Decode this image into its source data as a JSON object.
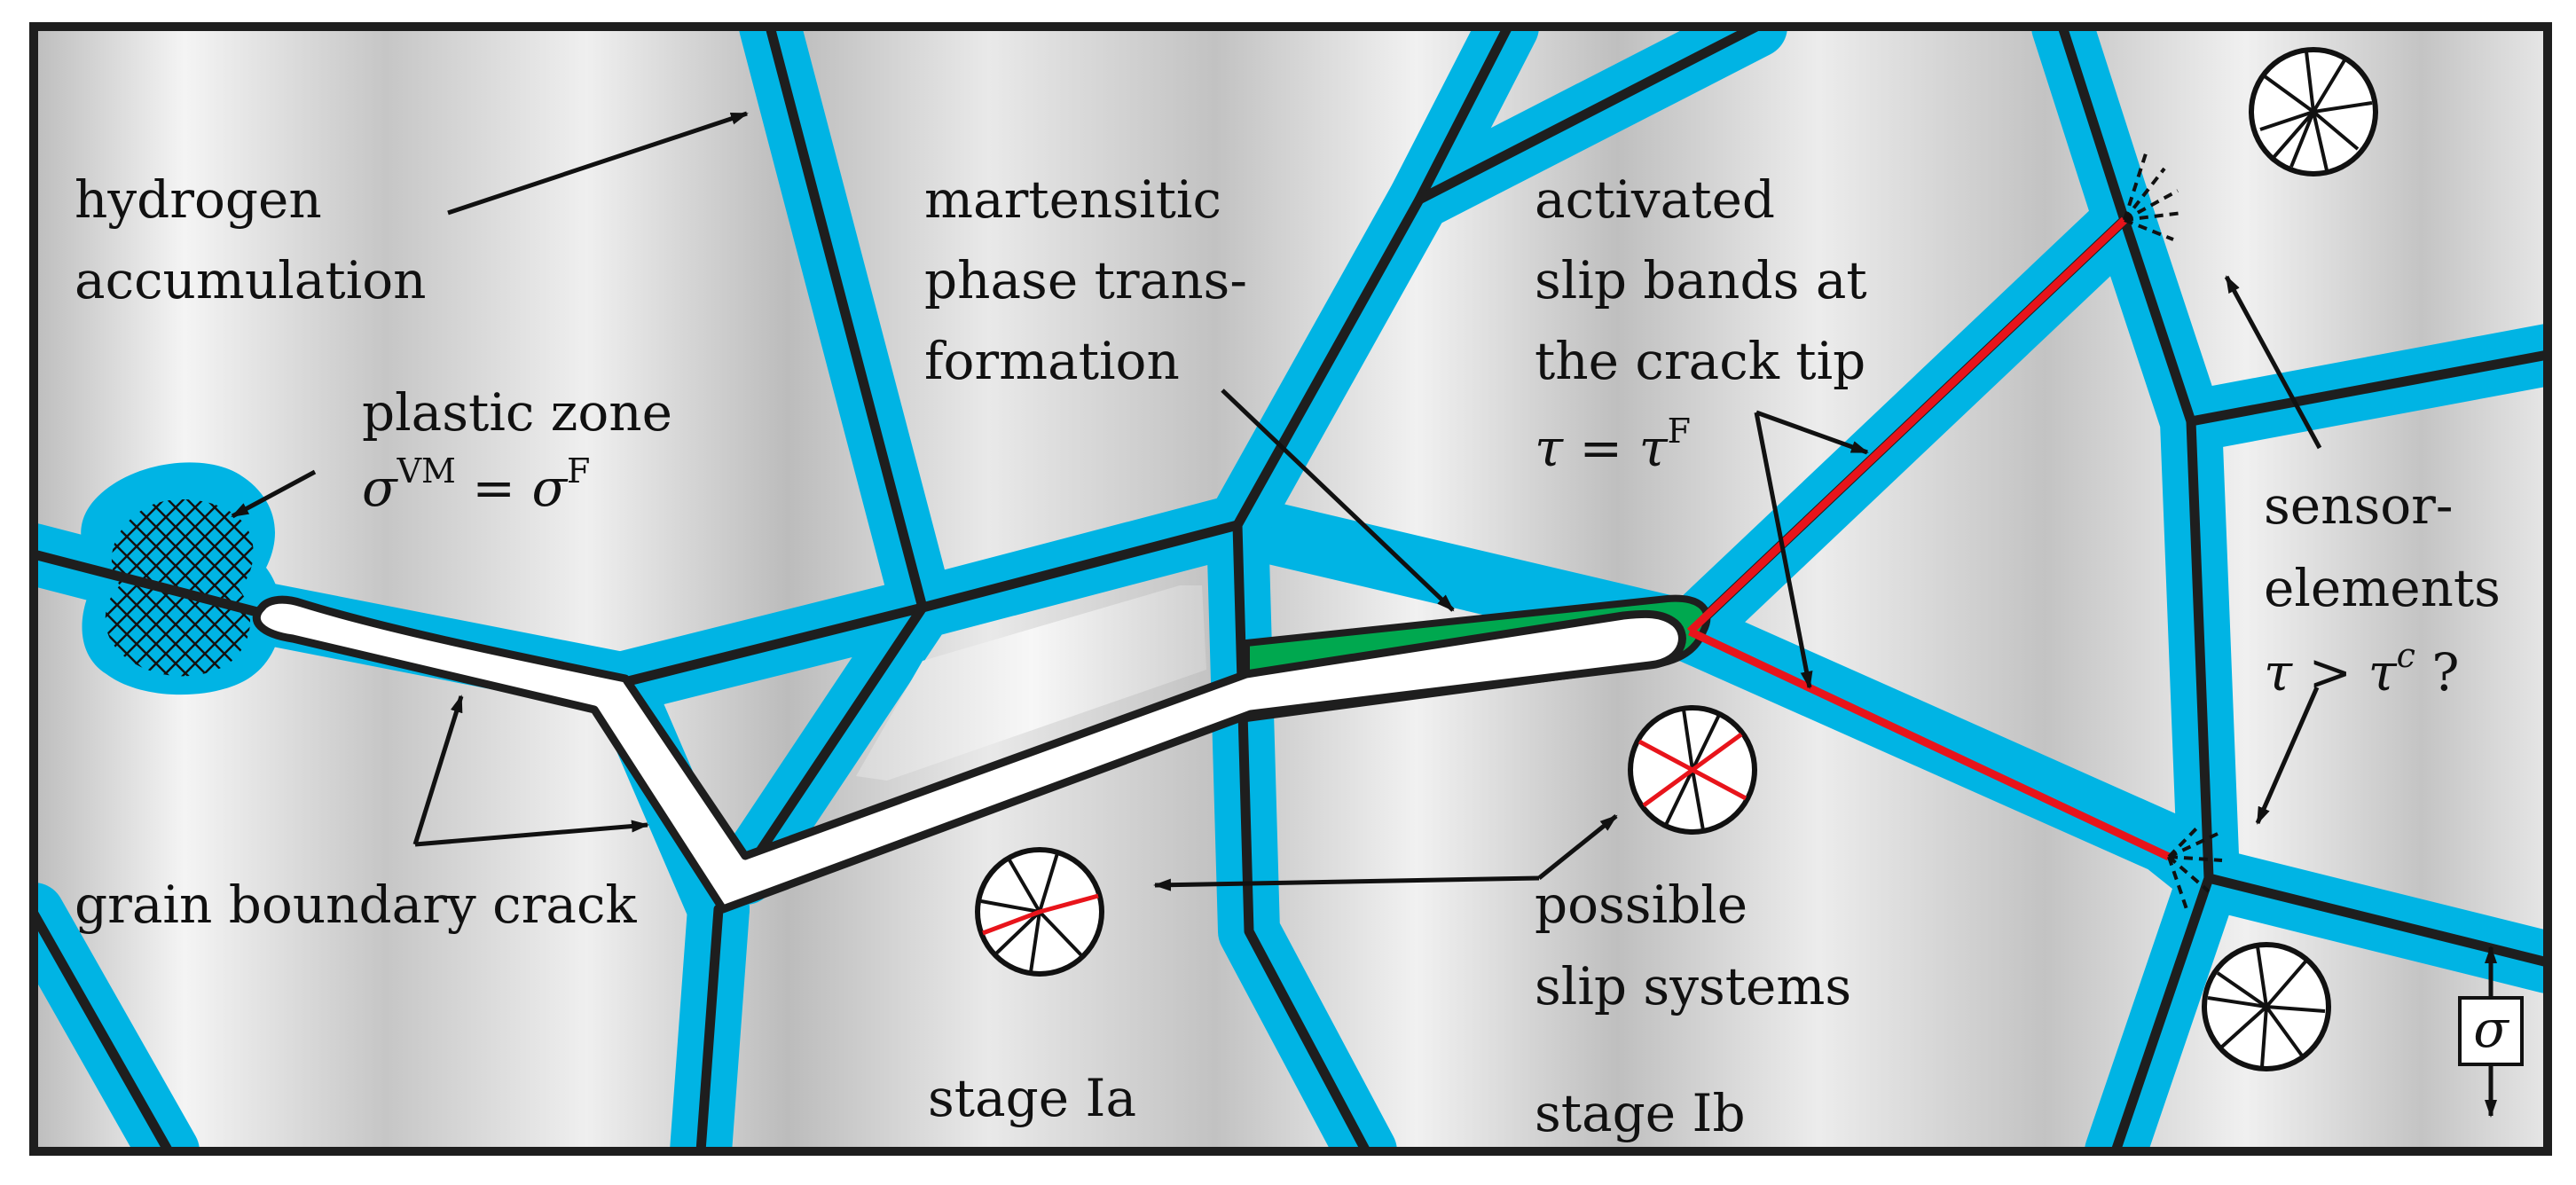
{
  "labels": {
    "hydrogen_1": "hydrogen",
    "hydrogen_2": "accumulation",
    "plastic_1": "plastic zone",
    "plastic_2_sigma": "σ",
    "plastic_2_vm": "VM",
    "plastic_2_eq": " = ",
    "plastic_2_sigma2": "σ",
    "plastic_2_f": "F",
    "martensitic_1": "martensitic",
    "martensitic_2": "phase trans-",
    "martensitic_3": "formation",
    "activated_1": "activated",
    "activated_2": "slip bands at",
    "activated_3": "the crack tip",
    "activated_4_tau": "τ",
    "activated_4_eq": " = ",
    "activated_4_tau2": "τ",
    "activated_4_f": "F",
    "sensor_1": "sensor-",
    "sensor_2": "elements",
    "sensor_3_tau": "τ",
    "sensor_3_gt": " > ",
    "sensor_3_tau2": "τ",
    "sensor_3_c": "c",
    "sensor_3_q": " ?",
    "gb_crack": "grain boundary crack",
    "possible_1": "possible",
    "possible_2": "slip systems",
    "stage_ia": "stage Ia",
    "stage_ib": "stage Ib",
    "sigma_box": "σ"
  },
  "colors": {
    "boundary_halo": "#00b4e4",
    "boundary_line": "#1e1e1e",
    "crack": "#ffffff",
    "martensite": "#00a84f",
    "slip_band": "#e8141b",
    "grain_light": "#f2f2f2",
    "grain_dark": "#b9b9b9"
  }
}
